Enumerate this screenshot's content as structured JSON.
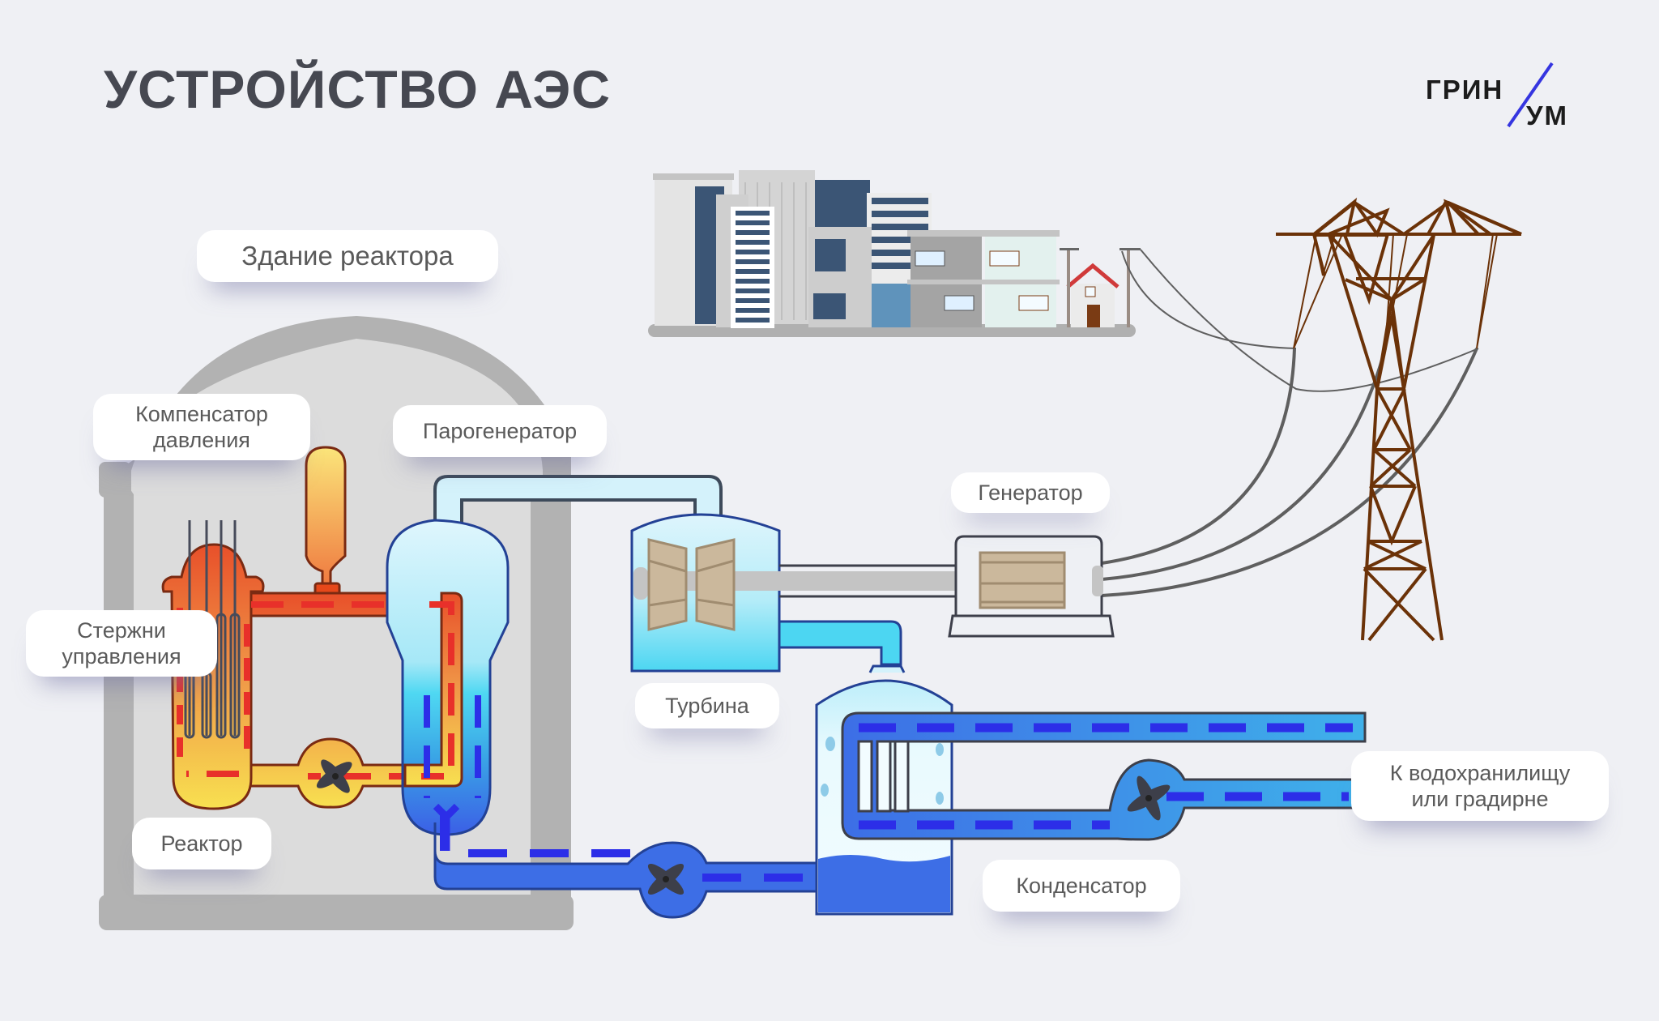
{
  "header": {
    "title": "УСТРОЙСТВО АЭС"
  },
  "logo": {
    "line1": "ГРИН",
    "line2": "УМ",
    "accent_color": "#3535e0"
  },
  "labels": {
    "reactor_building": "Здание реактора",
    "pressurizer_line1": "Компенсатор",
    "pressurizer_line2": "давления",
    "steam_generator": "Парогенератор",
    "control_rods_line1": "Стержни",
    "control_rods_line2": "управления",
    "reactor": "Реактор",
    "turbine": "Турбина",
    "generator": "Генератор",
    "condenser": "Конденсатор",
    "reservoir_line1": "К водохранилищу",
    "reservoir_line2": "или градирне"
  },
  "colors": {
    "background": "#eff0f4",
    "building_wall": "#b2b2b2",
    "building_inner": "#dcdcdc",
    "hot_loop_top": "#eb5a2c",
    "hot_loop_bottom": "#f7de52",
    "hot_flow_dash": "#e8302a",
    "cold_water": "#3d6ee6",
    "cold_flow_dash": "#2c2ee8",
    "steam": "#d4f2fb",
    "turbine_blade": "#cbb89c",
    "tower": "#6b3208",
    "wire": "#5f5f5f"
  }
}
